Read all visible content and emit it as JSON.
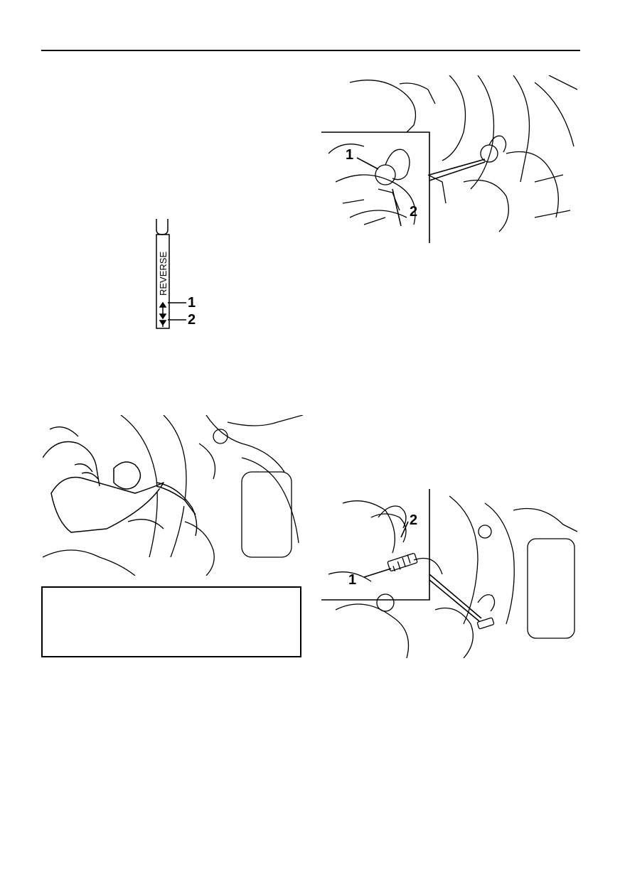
{
  "dipstick": {
    "label": "REVERSE",
    "callouts": [
      "1",
      "2"
    ]
  },
  "figure_top_right": {
    "callouts": [
      "1",
      "2"
    ]
  },
  "figure_bottom_right": {
    "callouts": [
      "1",
      "2"
    ]
  },
  "colors": {
    "ink": "#000000",
    "paper": "#ffffff"
  }
}
